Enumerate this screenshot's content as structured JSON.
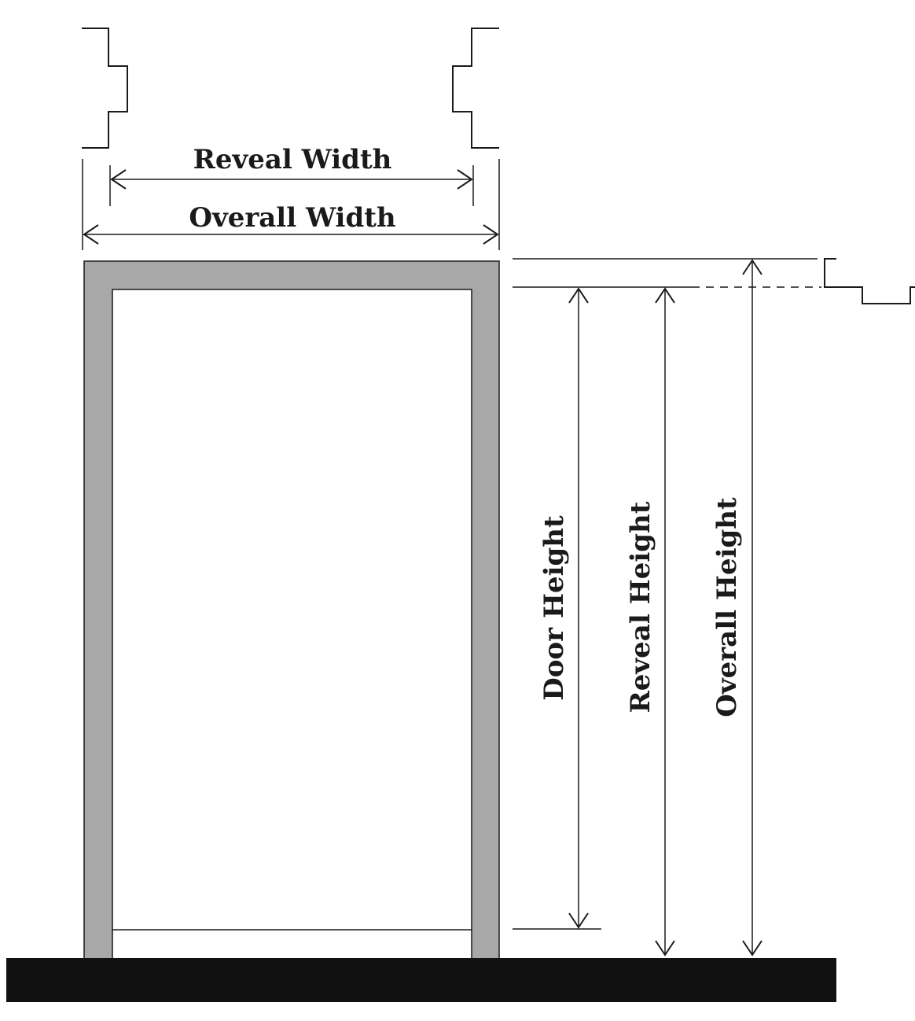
{
  "labels": {
    "reveal_width": "Reveal Width",
    "overall_width": "Overall Width",
    "door_height": "Door Height",
    "reveal_height": "Reveal Height",
    "overall_height": "Overall Height"
  },
  "colors": {
    "frame": "#a8a8a8",
    "floor": "#111111",
    "line": "#1a1a1a",
    "background": "#ffffff"
  }
}
